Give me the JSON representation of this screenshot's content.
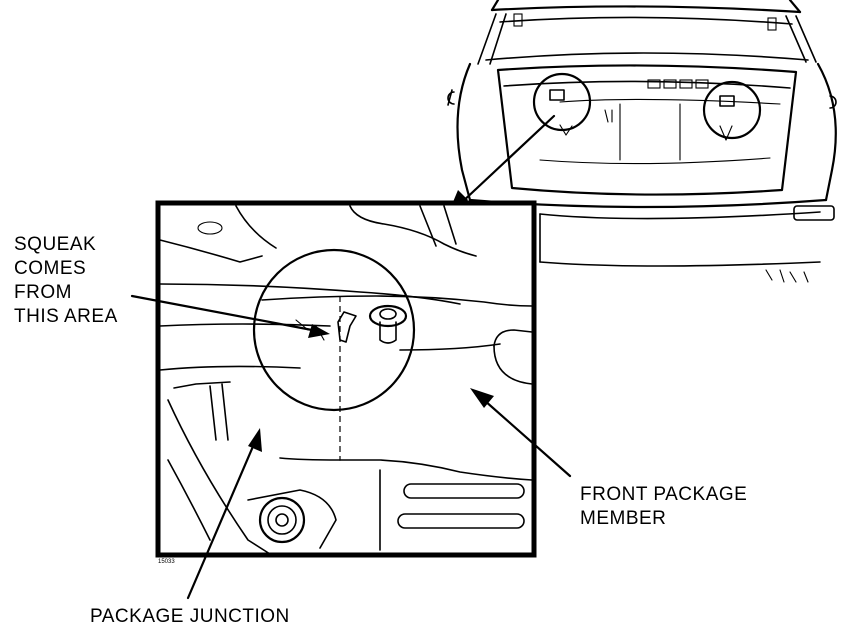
{
  "labels": {
    "squeak": [
      "SQUEAK",
      "COMES",
      "FROM",
      "THIS AREA"
    ],
    "front_package_member": [
      "FRONT PACKAGE",
      "MEMBER"
    ],
    "package_junction": "PACKAGE JUNCTION",
    "figure_ref": "15033"
  },
  "colors": {
    "ink": "#000000",
    "paper": "#ffffff"
  }
}
